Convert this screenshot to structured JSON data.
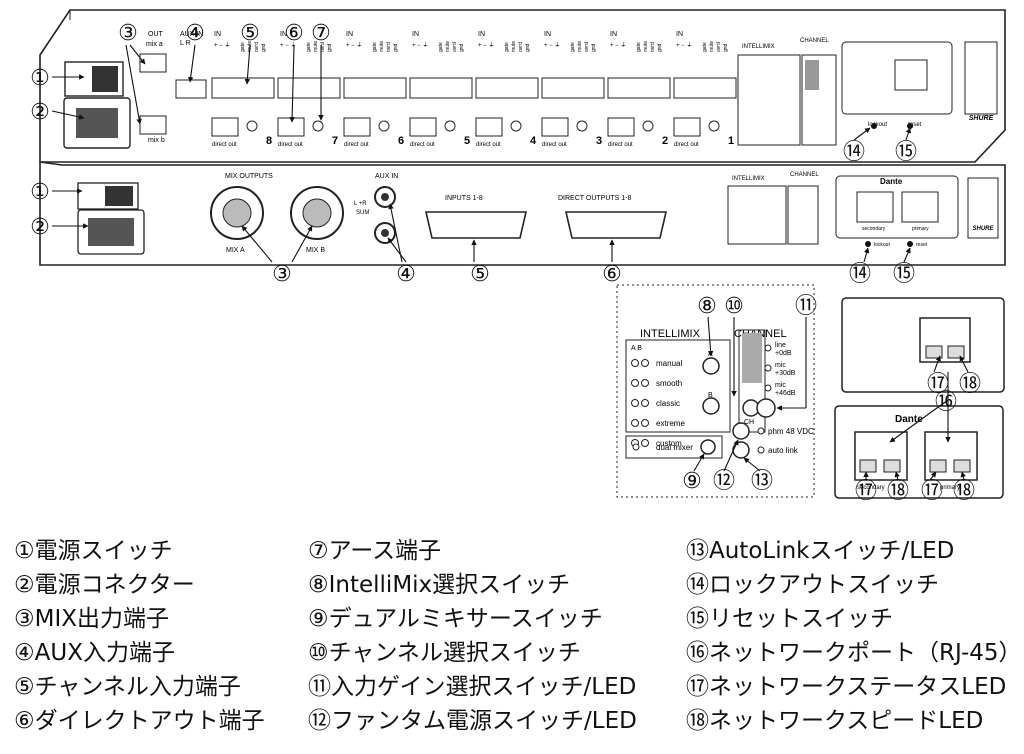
{
  "rear_panel": {
    "out": "OUT",
    "mix_a": "mix a",
    "mix_b": "mix b",
    "aux_in": "AUX IN",
    "lr": "L  R",
    "in": "IN",
    "direct_out": "direct out",
    "pin_labels": "+ − ⏚",
    "ctrl_labels": [
      "gate",
      "mute",
      "ovrd",
      "gnd"
    ],
    "channel_numbers": [
      "8",
      "7",
      "6",
      "5",
      "4",
      "3",
      "2",
      "1"
    ]
  },
  "front_panel": {
    "mix_outputs": "MIX OUTPUTS",
    "mix_a": "MIX A",
    "mix_b": "MIX B",
    "aux_in": "AUX IN",
    "lr_sum": [
      "L +R",
      "SUM"
    ],
    "inputs": "INPUTS 1-8",
    "direct_outputs": "DIRECT OUTPUTS 1-8",
    "dante": "Dante",
    "secondary": "secondary",
    "primary": "primary",
    "lockout": "lockout",
    "reset": "reset",
    "brand": "SHURE"
  },
  "controls": {
    "intellimix": "INTELLIMIX",
    "channel": "CHANNEL",
    "ab": "A  B",
    "modes": [
      "manual",
      "smooth",
      "classic",
      "extreme",
      "custom"
    ],
    "gains": [
      [
        "line",
        "+0dB"
      ],
      [
        "mic",
        "+30dB"
      ],
      [
        "mic",
        "+46dB"
      ]
    ],
    "button_a": "A",
    "button_b": "B",
    "ch": "CH",
    "phantom": "phm 48 VDC",
    "auto_link": "auto link",
    "dual_mixer": "dual mixer"
  },
  "callouts": [
    "①",
    "②",
    "③",
    "④",
    "⑤",
    "⑥",
    "⑦",
    "⑧",
    "⑨",
    "⑩",
    "⑪",
    "⑫",
    "⑬",
    "⑭",
    "⑮",
    "⑯",
    "⑰",
    "⑱"
  ],
  "legend": [
    "①電源スイッチ",
    "②電源コネクター",
    "③MIX出力端子",
    "④AUX入力端子",
    "⑤チャンネル入力端子",
    "⑥ダイレクトアウト端子",
    "⑦アース端子",
    "⑧IntelliMix選択スイッチ",
    "⑨デュアルミキサースイッチ",
    "⑩チャンネル選択スイッチ",
    "⑪入力ゲイン選択スイッチ/LED",
    "⑫ファンタム電源スイッチ/LED",
    "⑬AutoLinkスイッチ/LED",
    "⑭ロックアウトスイッチ",
    "⑮リセットスイッチ",
    "⑯ネットワークポート（RJ-45）",
    "⑰ネットワークステータスLED",
    "⑱ネットワークスピードLED"
  ]
}
